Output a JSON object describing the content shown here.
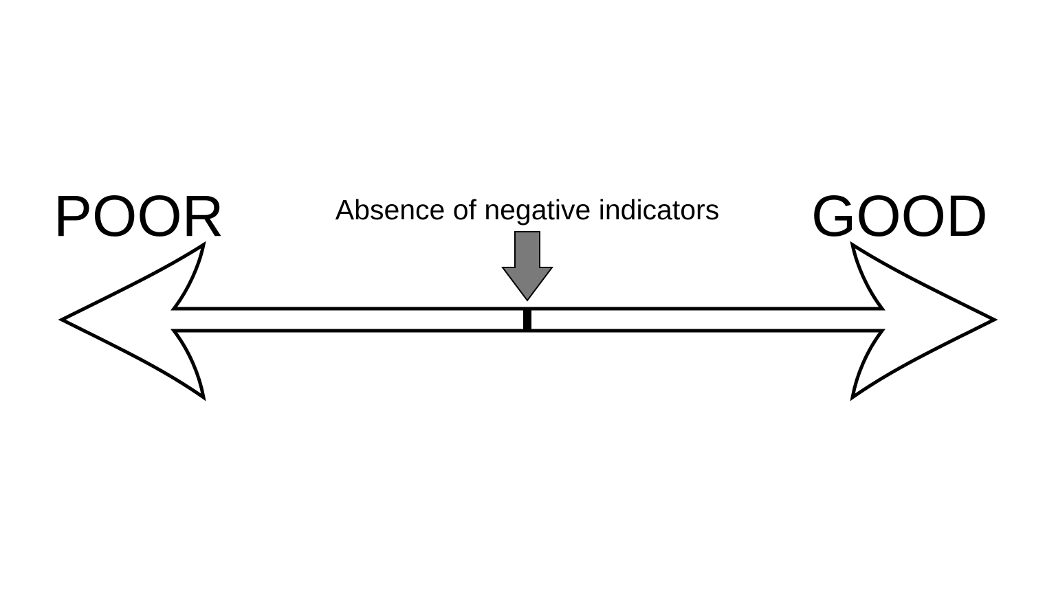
{
  "diagram": {
    "left_label": "POOR",
    "right_label": "GOOD",
    "marker_label": "Absence of negative indicators"
  },
  "colors": {
    "background": "#ffffff",
    "outline": "#000000",
    "marker_fill": "#7a7a7a"
  },
  "icons": {
    "scale_arrow": "double-headed-arrow-icon",
    "marker": "down-arrow-icon"
  }
}
